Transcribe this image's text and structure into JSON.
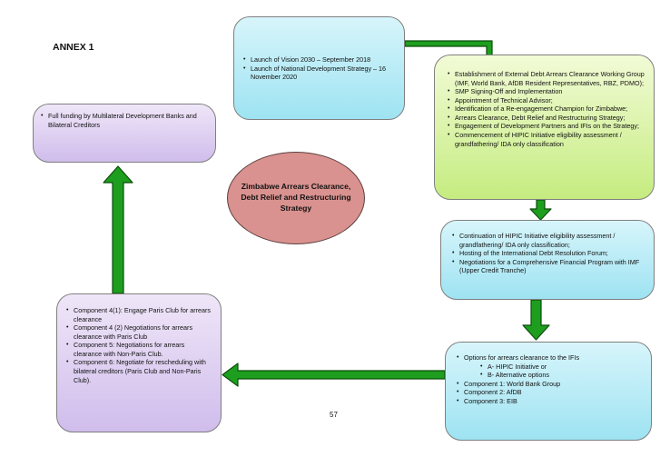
{
  "annex_label": "ANNEX 1",
  "page_number": "57",
  "center": {
    "title": "Zimbabwe Arrears Clearance,\nDebt Relief and Restructuring\nStrategy"
  },
  "boxes": {
    "vision": {
      "items": [
        "Launch of Vision 2030 – September 2018",
        "Launch of National Development Strategy – 16 November 2020"
      ]
    },
    "external": {
      "items": [
        "Establishment of External Debt Arrears Clearance Working Group (IMF, World Bank, AfDB Resident Representatives, RBZ, PDMO);",
        "SMP Signing-Off and Implementation",
        "Appointment of Technical Advisor;",
        "Identification of a Re-engagement Champion for Zimbabwe;",
        "Arrears Clearance, Debt Relief and Restructuring Strategy;",
        "Engagement of Development Partners and IFIs on the Strategy;",
        "Commencement of HIPIC Initiative eligibility assessment / grandfathering/ IDA only classification"
      ]
    },
    "continuation": {
      "items": [
        "Continuation of HIPIC Initiative eligibility assessment / grandfathering/ IDA only classification;",
        "Hosting of the International Debt Resolution Forum;",
        "Negotiations for a Comprehensive Financial Program with IMF (Upper Credit Tranche)"
      ]
    },
    "options": {
      "lead": "Options for arrears clearance to the IFIs",
      "sub": [
        "A- HIPIC Initiative or",
        "B- Alternative options"
      ],
      "items": [
        "Component 1: World Bank Group",
        "Component 2: AfDB",
        "Component 3: EIB"
      ]
    },
    "components": {
      "items": [
        "Component 4(1): Engage Paris Club for arrears clearance",
        "Component 4 (2) Negotiations for arrears clearance with Paris Club",
        "Component 5: Negotiations for arrears clearance with Non-Paris Club.",
        "Component 6: Negotiate for rescheduling with bilateral creditors (Paris Club and Non-Paris Club)."
      ]
    },
    "funding": {
      "items": [
        "Full funding by Multilateral Development Banks and Bilateral Creditors"
      ]
    }
  },
  "colors": {
    "arrow_fill": "#1e9e1e",
    "arrow_stroke": "#0c4d0c",
    "box_cyan": "#aee7f4",
    "box_green": "#cdee8d",
    "box_lavender": "#d6c6ee",
    "ellipse_fill": "#d9928f"
  }
}
